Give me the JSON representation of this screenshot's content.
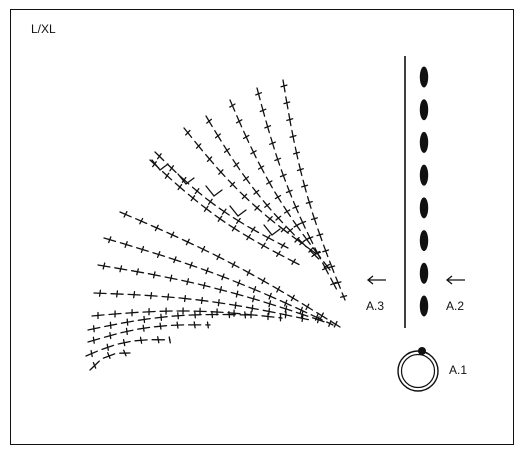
{
  "size_label": "L/XL",
  "labels": {
    "a3": "A.3",
    "a2": "A.2",
    "a1": "A.1"
  },
  "colors": {
    "ink": "#111111",
    "background": "#ffffff"
  },
  "icons": {
    "direction_arrow": "left-arrow-icon",
    "start_ring": "magic-ring-icon",
    "chain_stitch": "chain-stitch-icon",
    "double_crochet": "double-crochet-icon"
  },
  "diagram": {
    "a2_chain_stitch_count": 8,
    "a3_row_count": 14
  }
}
